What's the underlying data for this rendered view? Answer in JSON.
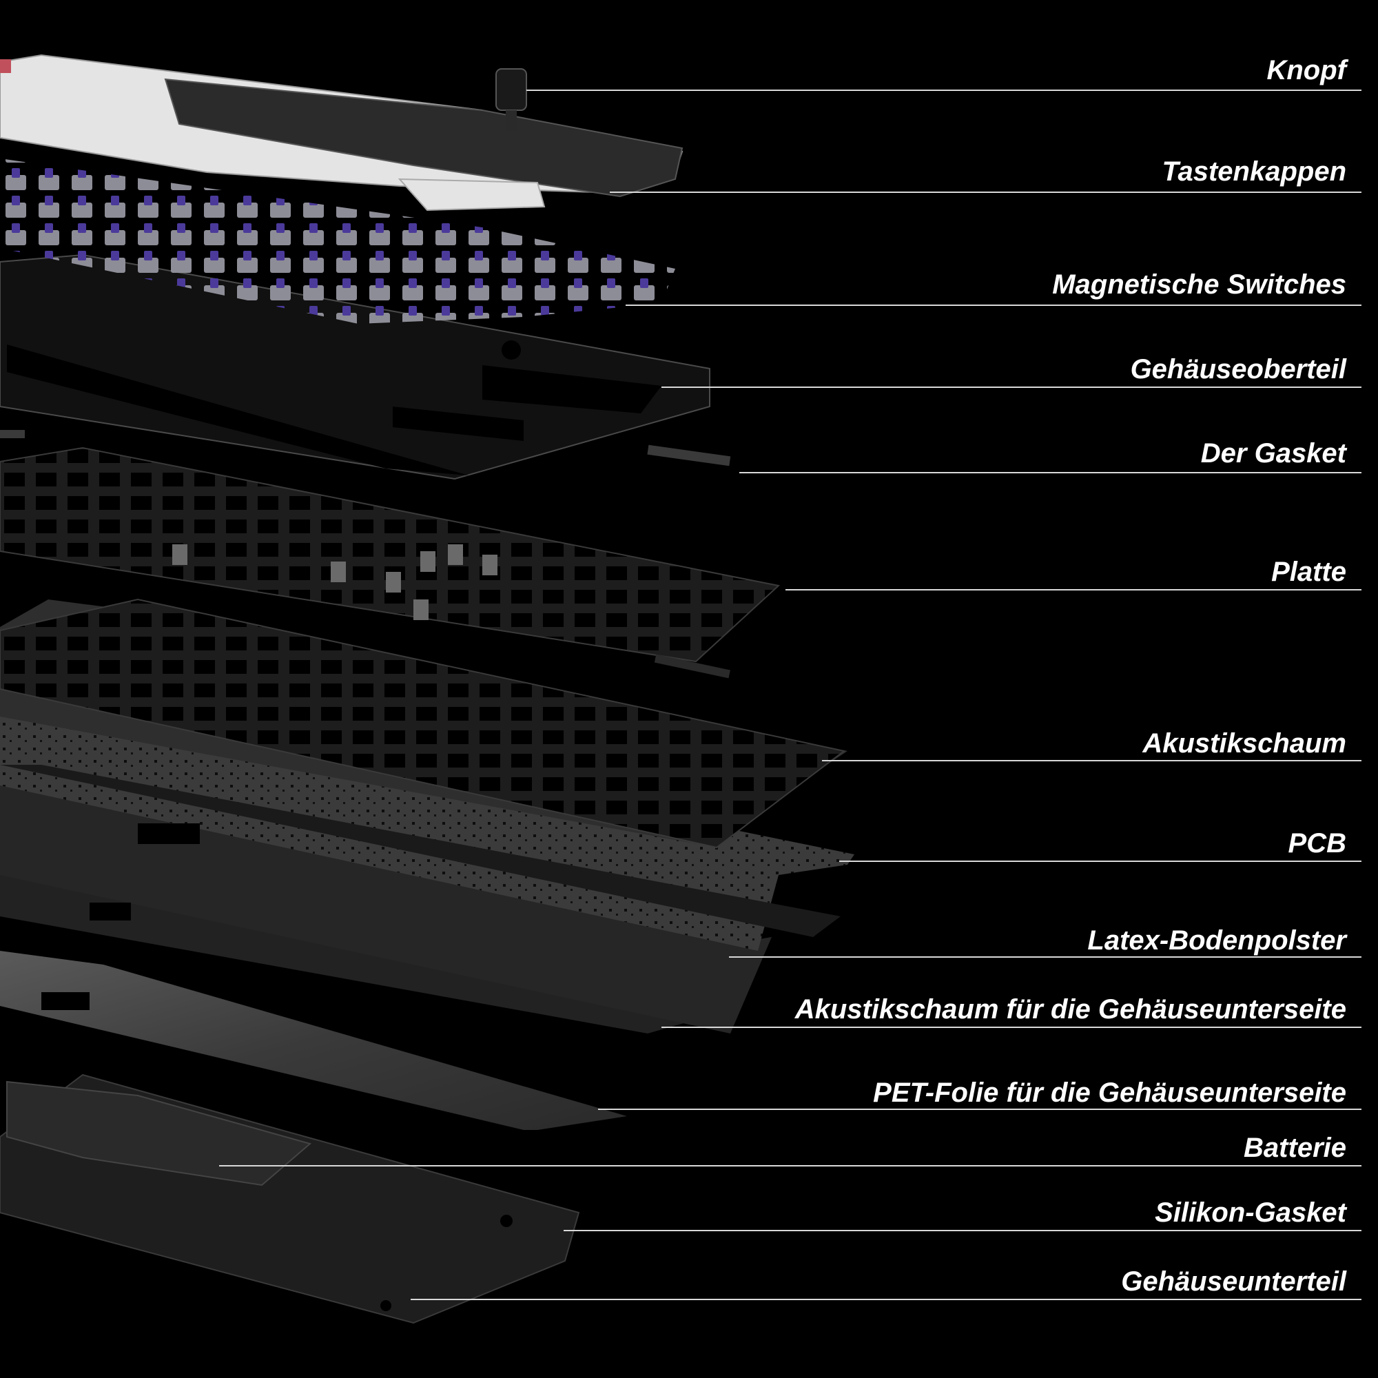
{
  "diagram": {
    "background": "#000000",
    "line_color": "#d9d9d9",
    "layer_colors": {
      "keycap_light": "#e4e4e4",
      "keycap_dark": "#2b2b2b",
      "switch_housing": "#9a9aa4",
      "switch_stem": "#4b3a9a",
      "case_top": "#111111",
      "plate": "#1b1b1b",
      "foam": "#2e2e2e",
      "pcb": "#3a3a3a",
      "latex": "#262626",
      "bottom_foam": "#222222",
      "pet_film": "#3d3d3d",
      "battery": "#2a2a2a",
      "case_bottom": "#1e1e1e",
      "accent_keycap": "#c0505c"
    },
    "labels": [
      "Knopf",
      "Tastenkappen",
      "Magnetische Switches",
      "Gehäuseoberteil",
      "Der Gasket",
      "Platte",
      "Akustikschaum",
      "PCB",
      "Latex-Bodenpolster",
      "Akustikschaum für die Gehäuseunterseite",
      "PET-Folie für die Gehäuseunterseite",
      "Batterie",
      "Silikon-Gasket",
      "Gehäuseunterteil"
    ]
  }
}
